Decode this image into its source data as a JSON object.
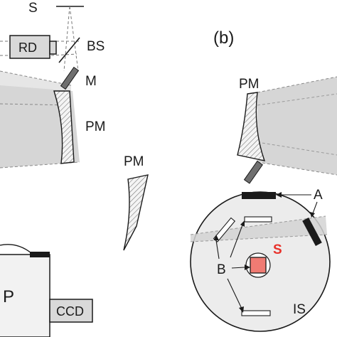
{
  "labels": {
    "source_top": "S",
    "reference_detector": "RD",
    "beam_splitter": "BS",
    "mirror": "M",
    "pm_left": "PM",
    "pm_middle": "PM",
    "pm_right": "PM",
    "panel_b": "(b)",
    "label_a": "A",
    "label_b": "B",
    "sample": "S",
    "integrating_sphere": "IS",
    "spectrometer_partial": "P",
    "ccd": "CCD"
  },
  "colors": {
    "sample_fill": "#f07b73",
    "sample_label": "#e8312a",
    "beam_fill": "#d9d9d9",
    "sphere_fill": "#ececec",
    "dark": "#1a1a1a",
    "mirror_grey": "#6f6f6f"
  }
}
